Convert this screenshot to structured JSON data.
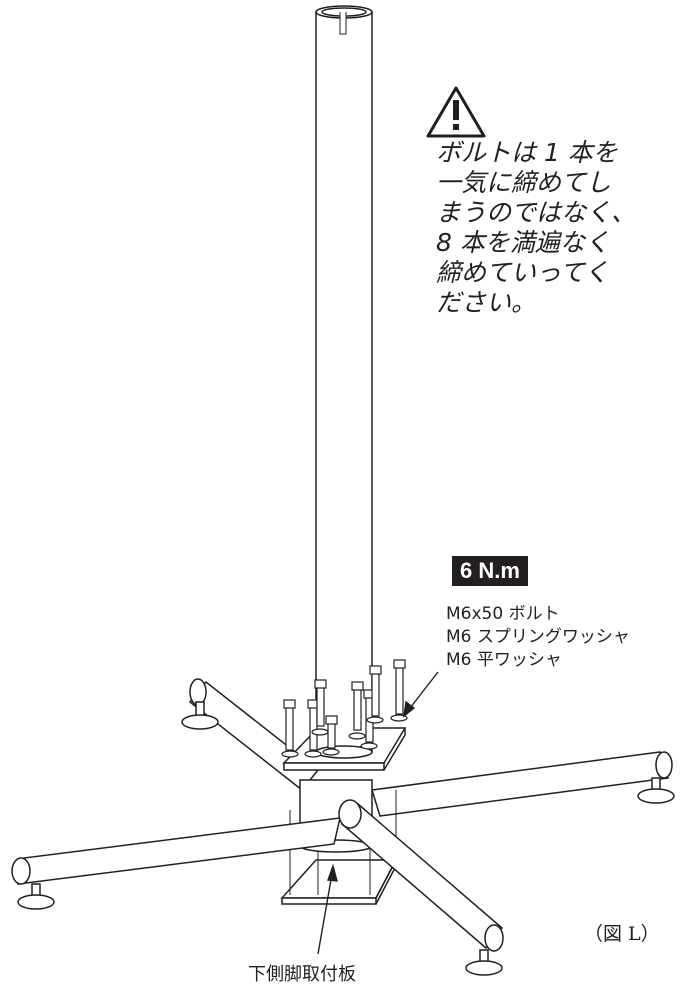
{
  "warning": {
    "icon": "warning-triangle-icon",
    "lines": [
      "ボルトは 1 本を",
      "一気に締めてし",
      "まうのではなく、",
      "8 本を満遍なく",
      "締めていってく",
      "ださい。"
    ]
  },
  "torque": {
    "label": "6 N.m"
  },
  "parts": {
    "lines": [
      "M6x50 ボルト",
      "M6 スプリングワッシャ",
      "M6 平ワッシャ"
    ]
  },
  "plate_label": "下側脚取付板",
  "figure_label": "（図 L）"
}
